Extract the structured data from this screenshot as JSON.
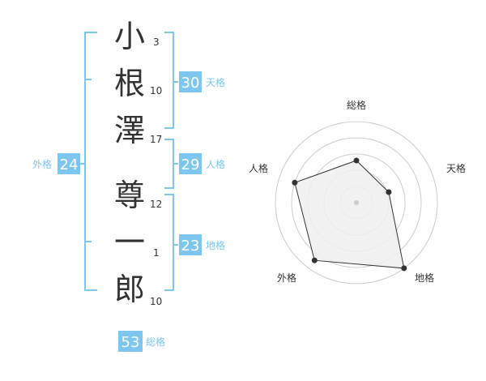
{
  "name": {
    "characters": [
      {
        "char": "小",
        "strokes": "3"
      },
      {
        "char": "根",
        "strokes": "10"
      },
      {
        "char": "澤",
        "strokes": "17"
      },
      {
        "char": "尊",
        "strokes": "12"
      },
      {
        "char": "一",
        "strokes": "1"
      },
      {
        "char": "郎",
        "strokes": "10"
      }
    ]
  },
  "scores": {
    "tenkaku": {
      "value": "30",
      "label": "天格"
    },
    "jinkaku": {
      "value": "29",
      "label": "人格"
    },
    "chikaku": {
      "value": "23",
      "label": "地格"
    },
    "gaikaku": {
      "value": "24",
      "label": "外格"
    },
    "soukaku": {
      "value": "53",
      "label": "総格"
    }
  },
  "colors": {
    "accent": "#7cc6f0",
    "tag_bg": "#7cc6f0",
    "text": "#333333",
    "bracket": "#7cc6f0",
    "radar_grid": "#cccccc",
    "radar_fill": "#efefef"
  },
  "radar": {
    "axes": [
      "総格",
      "天格",
      "地格",
      "外格",
      "人格"
    ],
    "levels": 5,
    "values": [
      2.6,
      2.1,
      5.0,
      4.4,
      4.0
    ]
  }
}
